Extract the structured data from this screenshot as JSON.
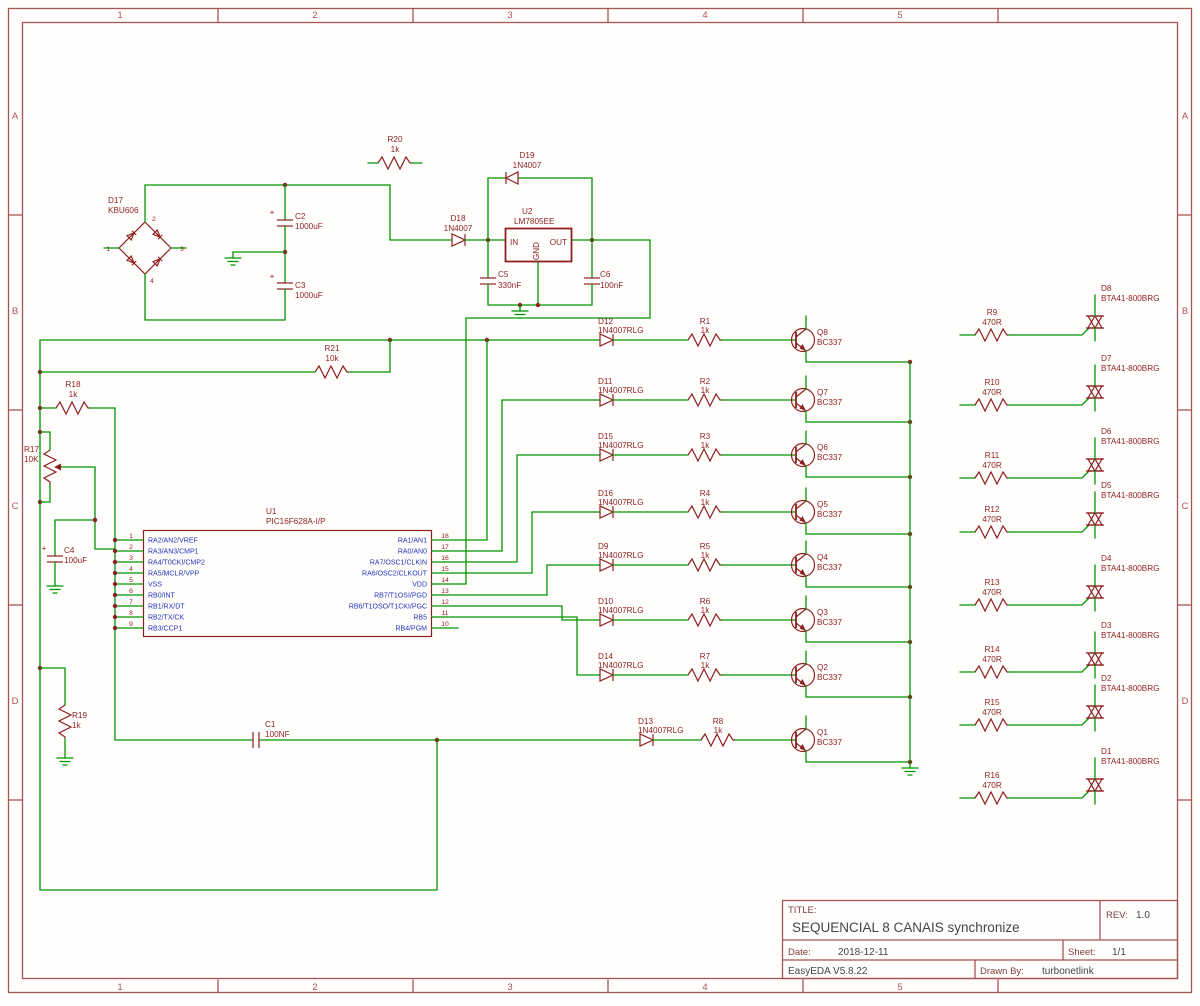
{
  "colors": {
    "wire": "#009600",
    "component": "#8e1f1f",
    "pin_name": "#2233bb",
    "frame": "#a55555",
    "tb_label": "#7d4040",
    "tb_value": "#454545"
  },
  "frame": {
    "column_labels": [
      "1",
      "2",
      "3",
      "4",
      "5"
    ],
    "row_labels": [
      "A",
      "B",
      "C",
      "D"
    ]
  },
  "title_block": {
    "title_label": "TITLE:",
    "title": "SEQUENCIAL 8 CANAIS synchronize",
    "rev_label": "REV:",
    "rev": "1.0",
    "date_label": "Date:",
    "date": "2018-12-11",
    "sheet_label": "Sheet:",
    "sheet": "1/1",
    "tool_version": "EasyEDA V5.8.22",
    "drawn_by_label": "Drawn By:",
    "drawn_by": "turbonetlink"
  },
  "power": {
    "bridge": {
      "ref": "D17",
      "value": "KBU606",
      "pin1": "1",
      "pin2": "2",
      "pin3": "3",
      "pin4": "4"
    },
    "c2": {
      "ref": "C2",
      "value": "1000uF",
      "polarity": "+"
    },
    "c3": {
      "ref": "C3",
      "value": "1000uF",
      "polarity": "+"
    },
    "r20": {
      "ref": "R20",
      "value": "1k"
    },
    "d18": {
      "ref": "D18",
      "value": "1N4007"
    },
    "d19": {
      "ref": "D19",
      "value": "1N4007"
    },
    "u2": {
      "ref": "U2",
      "value": "LM7805EE",
      "pin_in": "IN",
      "pin_gnd": "GND",
      "pin_out": "OUT"
    },
    "c5": {
      "ref": "C5",
      "value": "330nF"
    },
    "c6": {
      "ref": "C6",
      "value": "100nF"
    }
  },
  "control": {
    "r21": {
      "ref": "R21",
      "value": "10k"
    },
    "r18": {
      "ref": "R18",
      "value": "1k"
    },
    "r17": {
      "ref": "R17",
      "value": "10K"
    },
    "c4": {
      "ref": "C4",
      "value": "100uF",
      "polarity": "+"
    },
    "r19": {
      "ref": "R19",
      "value": "1k"
    },
    "c1": {
      "ref": "C1",
      "value": "100NF"
    },
    "u1": {
      "ref": "U1",
      "value": "PIC16F628A-I/P",
      "left_pins": [
        {
          "num": "1",
          "name": "RA2/AN2/VREF"
        },
        {
          "num": "2",
          "name": "RA3/AN3/CMP1"
        },
        {
          "num": "3",
          "name": "RA4/T0CKI/CMP2"
        },
        {
          "num": "4",
          "name": "RA5/MCLR/VPP"
        },
        {
          "num": "5",
          "name": "VSS"
        },
        {
          "num": "6",
          "name": "RB0/INT"
        },
        {
          "num": "7",
          "name": "RB1/RX/DT"
        },
        {
          "num": "8",
          "name": "RB2/TX/CK"
        },
        {
          "num": "9",
          "name": "RB3/CCP1"
        }
      ],
      "right_pins": [
        {
          "num": "18",
          "name": "RA1/AN1"
        },
        {
          "num": "17",
          "name": "RA0/AN0"
        },
        {
          "num": "16",
          "name": "RA7/OSC1/CLKIN"
        },
        {
          "num": "15",
          "name": "RA6/OSC2/CLKOUT"
        },
        {
          "num": "14",
          "name": "VDD"
        },
        {
          "num": "13",
          "name": "RB7/T1OSI/PGD"
        },
        {
          "num": "12",
          "name": "RB6/T1OSO/T1CKI/PGC"
        },
        {
          "num": "11",
          "name": "RB5"
        },
        {
          "num": "10",
          "name": "RB4/PGM"
        }
      ]
    }
  },
  "channels": [
    {
      "diode_ref": "D12",
      "diode_val": "1N4007RLG",
      "res_ref": "R1",
      "res_val": "1k",
      "q_ref": "Q8",
      "q_val": "BC337"
    },
    {
      "diode_ref": "D11",
      "diode_val": "1N4007RLG",
      "res_ref": "R2",
      "res_val": "1k",
      "q_ref": "Q7",
      "q_val": "BC337"
    },
    {
      "diode_ref": "D15",
      "diode_val": "1N4007RLG",
      "res_ref": "R3",
      "res_val": "1k",
      "q_ref": "Q6",
      "q_val": "BC337"
    },
    {
      "diode_ref": "D16",
      "diode_val": "1N4007RLG",
      "res_ref": "R4",
      "res_val": "1k",
      "q_ref": "Q5",
      "q_val": "BC337"
    },
    {
      "diode_ref": "D9",
      "diode_val": "1N4007RLG",
      "res_ref": "R5",
      "res_val": "1k",
      "q_ref": "Q4",
      "q_val": "BC337"
    },
    {
      "diode_ref": "D10",
      "diode_val": "1N4007RLG",
      "res_ref": "R6",
      "res_val": "1k",
      "q_ref": "Q3",
      "q_val": "BC337"
    },
    {
      "diode_ref": "D14",
      "diode_val": "1N4007RLG",
      "res_ref": "R7",
      "res_val": "1k",
      "q_ref": "Q2",
      "q_val": "BC337"
    },
    {
      "diode_ref": "D13",
      "diode_val": "1N4007RLG",
      "res_ref": "R8",
      "res_val": "1k",
      "q_ref": "Q1",
      "q_val": "BC337"
    }
  ],
  "outputs": [
    {
      "res_ref": "R9",
      "res_val": "470R",
      "triac_ref": "D8",
      "triac_val": "BTA41-800BRG"
    },
    {
      "res_ref": "R10",
      "res_val": "470R",
      "triac_ref": "D7",
      "triac_val": "BTA41-800BRG"
    },
    {
      "res_ref": "R11",
      "res_val": "470R",
      "triac_ref": "D6",
      "triac_val": "BTA41-800BRG"
    },
    {
      "res_ref": "R12",
      "res_val": "470R",
      "triac_ref": "D5",
      "triac_val": "BTA41-800BRG"
    },
    {
      "res_ref": "R13",
      "res_val": "470R",
      "triac_ref": "D4",
      "triac_val": "BTA41-800BRG"
    },
    {
      "res_ref": "R14",
      "res_val": "470R",
      "triac_ref": "D3",
      "triac_val": "BTA41-800BRG"
    },
    {
      "res_ref": "R15",
      "res_val": "470R",
      "triac_ref": "D2",
      "triac_val": "BTA41-800BRG"
    },
    {
      "res_ref": "R16",
      "res_val": "470R",
      "triac_ref": "D1",
      "triac_val": "BTA41-800BRG"
    }
  ]
}
